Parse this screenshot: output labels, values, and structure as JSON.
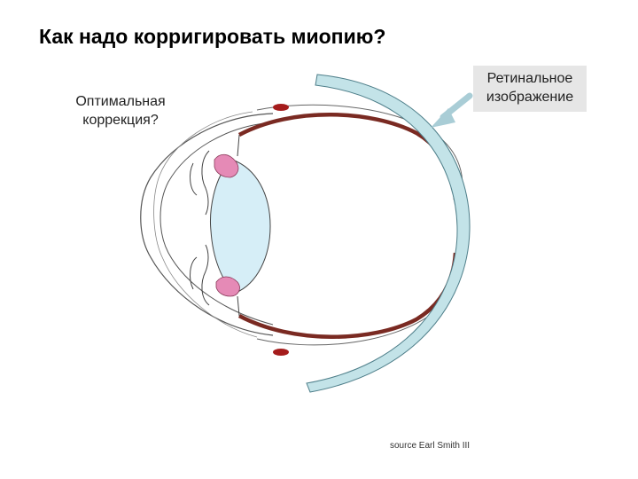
{
  "title": "Как надо корригировать миопию?",
  "labels": {
    "optimal_line1": "Оптимальная",
    "optimal_line2": "коррекция?",
    "retinal_line1": "Ретинальное",
    "retinal_line2": "изображение"
  },
  "source": "source Earl Smith III",
  "colors": {
    "retina": "#7a2a22",
    "lens": "#d6eef7",
    "retinal_image": "#c3e3e8",
    "ciliary": "#e58ab6",
    "arrow": "#a9cdd6",
    "label_box": "#e6e6e6"
  }
}
